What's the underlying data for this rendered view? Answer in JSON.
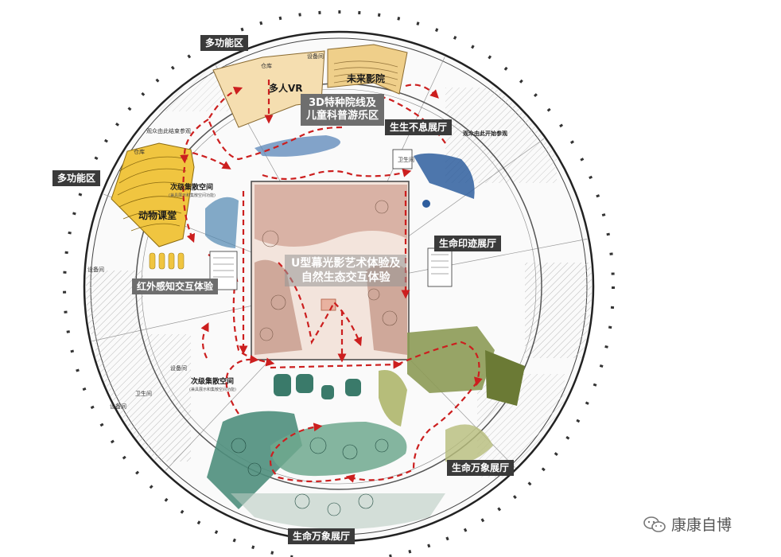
{
  "zones": {
    "multi_top": "多功能区",
    "multi_left": "多功能区",
    "vr": "多人VR",
    "cinema": "未来影院",
    "special_3d": "3D特种院线及\n儿童科普游乐区",
    "life_never_stop": "生生不息展厅",
    "start_visit": "观众由此开始参观",
    "end_visit": "观众由此结束参观",
    "secondary_space_top": "次级集散空间",
    "secondary_space_top_sub": "(兼具展示和集散空间功能)",
    "animal_class": "动物课堂",
    "infrared": "红外感知交互体验",
    "life_trace": "生命印迹展厅",
    "u_theater": "U型幕光影艺术体验及\n自然生态交互体验",
    "secondary_space_bottom": "次级集散空间",
    "secondary_space_bottom_sub": "(兼具展示和集散空间功能)",
    "life_vientiane_right": "生命万象展厅",
    "life_vientiane_bottom": "生命万象展厅"
  },
  "small_labels": {
    "warehouse": "仓库",
    "equipment_top": "设备间",
    "warehouse_left": "仓库",
    "restroom_top": "卫生间",
    "equipment_left": "设备间",
    "equipment_lower": "设备间",
    "restroom_lower": "卫生间",
    "equipment_low2": "设备间"
  },
  "watermark": {
    "text": "康康自博",
    "icon": "wechat-icon"
  },
  "colors": {
    "route": "#cc1f1f",
    "cinema_fill": "#efcf8a",
    "vr_fill": "#f5deb0",
    "center_fill": "#caa090",
    "green_right": "#8c9a55",
    "teal_bottom": "#4e8e7c",
    "blue_accent": "#2e5e9e",
    "animal_fill": "#f0c540"
  }
}
